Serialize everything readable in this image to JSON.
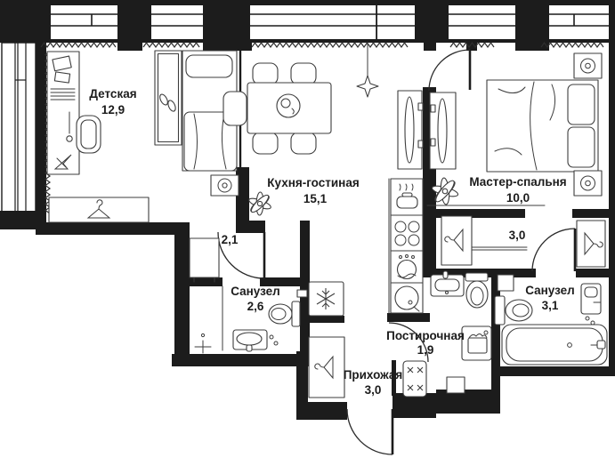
{
  "plan": {
    "title": "apartment-floor-plan",
    "colors": {
      "wall": "#1c1c1c",
      "furniture_line": "#3d3d3d",
      "background": "#ffffff"
    },
    "rooms": [
      {
        "id": "detskaya",
        "name": "Детская",
        "area": "12,9"
      },
      {
        "id": "kitchen",
        "name": "Кухня-гостиная",
        "area": "15,1"
      },
      {
        "id": "master",
        "name": "Мастер-спальня",
        "area": "10,0"
      },
      {
        "id": "hall21",
        "name": "",
        "area": "2,1"
      },
      {
        "id": "bath26",
        "name": "Санузел",
        "area": "2,6"
      },
      {
        "id": "closet30",
        "name": "",
        "area": "3,0"
      },
      {
        "id": "bath31",
        "name": "Санузел",
        "area": "3,1"
      },
      {
        "id": "laundry",
        "name": "Постирочная",
        "area": "1,9"
      },
      {
        "id": "entry",
        "name": "Прихожая",
        "area": "3,0"
      }
    ]
  }
}
